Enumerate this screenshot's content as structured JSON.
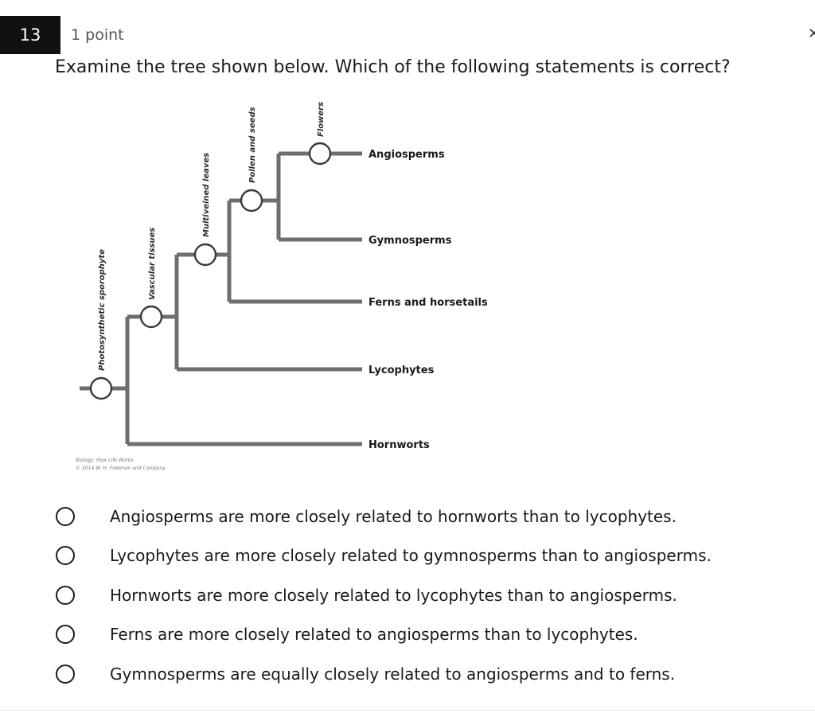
{
  "question": {
    "number": "13",
    "points": "1 point",
    "close_glyph": "✕",
    "prompt": "Examine the tree shown below. Which of the following statements is correct?"
  },
  "tree": {
    "taxa": [
      "Angiosperms",
      "Gymnosperms",
      "Ferns and horsetails",
      "Lycophytes",
      "Hornworts"
    ],
    "traits": [
      "Photosynthetic sporophyte",
      "Vascular tissues",
      "Multiveined leaves",
      "Pollen and seeds",
      "Flowers"
    ],
    "credit_line1": "Biology: How Life Works",
    "credit_line2": "© 2014 W. H. Freeman and Company"
  },
  "options": [
    {
      "label": "Angiosperms are more closely related to hornworts than to lycophytes."
    },
    {
      "label": "Lycophytes are more closely related to gymnosperms than to angiosperms."
    },
    {
      "label": "Hornworts are more closely related to lycophytes than to angiosperms."
    },
    {
      "label": "Ferns are more closely related to angiosperms than to lycophytes."
    },
    {
      "label": "Gymnosperms are equally closely related to angiosperms and to ferns."
    }
  ]
}
